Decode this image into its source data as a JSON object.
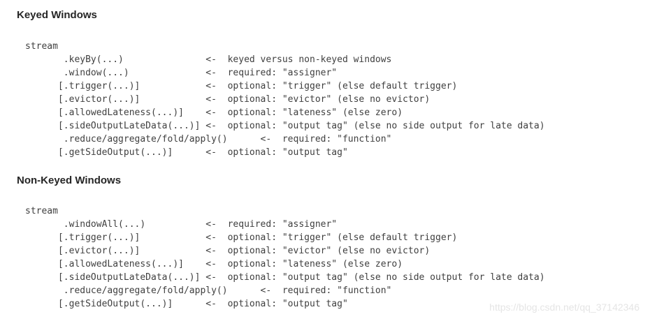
{
  "sections": [
    {
      "heading": "Keyed Windows",
      "code": "stream\n       .keyBy(...)               <-  keyed versus non-keyed windows\n       .window(...)              <-  required: \"assigner\"\n      [.trigger(...)]            <-  optional: \"trigger\" (else default trigger)\n      [.evictor(...)]            <-  optional: \"evictor\" (else no evictor)\n      [.allowedLateness(...)]    <-  optional: \"lateness\" (else zero)\n      [.sideOutputLateData(...)] <-  optional: \"output tag\" (else no side output for late data)\n       .reduce/aggregate/fold/apply()      <-  required: \"function\"\n      [.getSideOutput(...)]      <-  optional: \"output tag\""
    },
    {
      "heading": "Non-Keyed Windows",
      "code": "stream\n       .windowAll(...)           <-  required: \"assigner\"\n      [.trigger(...)]            <-  optional: \"trigger\" (else default trigger)\n      [.evictor(...)]            <-  optional: \"evictor\" (else no evictor)\n      [.allowedLateness(...)]    <-  optional: \"lateness\" (else zero)\n      [.sideOutputLateData(...)] <-  optional: \"output tag\" (else no side output for late data)\n       .reduce/aggregate/fold/apply()      <-  required: \"function\"\n      [.getSideOutput(...)]      <-  optional: \"output tag\""
    }
  ],
  "watermark": {
    "text": "https://blog.csdn.net/qq_37142346"
  },
  "colors": {
    "heading": "#262626",
    "code_text": "#3f3f3f",
    "watermark": "#e5e5e5",
    "background": "#ffffff"
  }
}
